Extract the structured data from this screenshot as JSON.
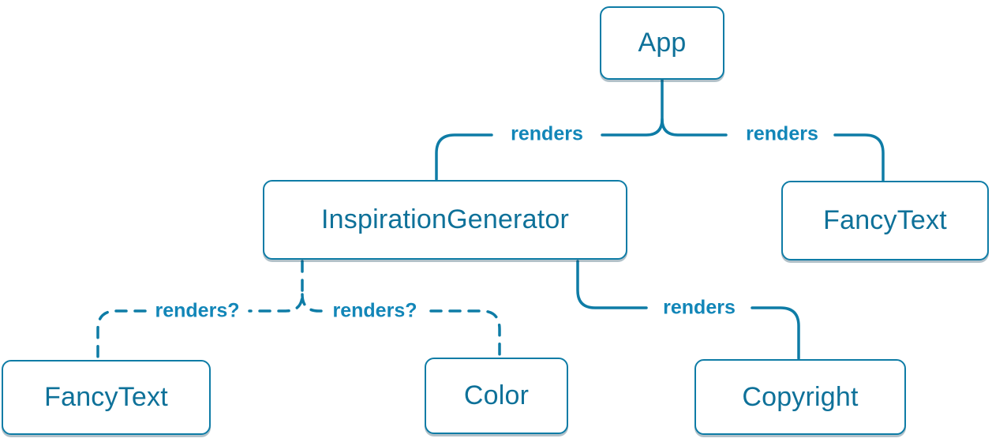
{
  "diagram": {
    "nodes": {
      "app": {
        "label": "App"
      },
      "inspiration_generator": {
        "label": "InspirationGenerator"
      },
      "fancy_text_top": {
        "label": "FancyText"
      },
      "fancy_text_bottom": {
        "label": "FancyText"
      },
      "color": {
        "label": "Color"
      },
      "copyright": {
        "label": "Copyright"
      }
    },
    "edges": {
      "app_to_inspiration_generator": {
        "label": "renders",
        "style": "solid"
      },
      "app_to_fancy_text": {
        "label": "renders",
        "style": "solid"
      },
      "inspiration_generator_to_copyright": {
        "label": "renders",
        "style": "solid"
      },
      "inspiration_generator_to_fancy_text": {
        "label": "renders?",
        "style": "dashed"
      },
      "inspiration_generator_to_color": {
        "label": "renders?",
        "style": "dashed"
      }
    },
    "colors": {
      "stroke": "#0e7ca6",
      "node_border": "#0e7ca6",
      "node_text": "#0e7199",
      "edge_label_text": "#1286b8",
      "node_background": "#ffffff",
      "page_background": "#ffffff"
    }
  }
}
